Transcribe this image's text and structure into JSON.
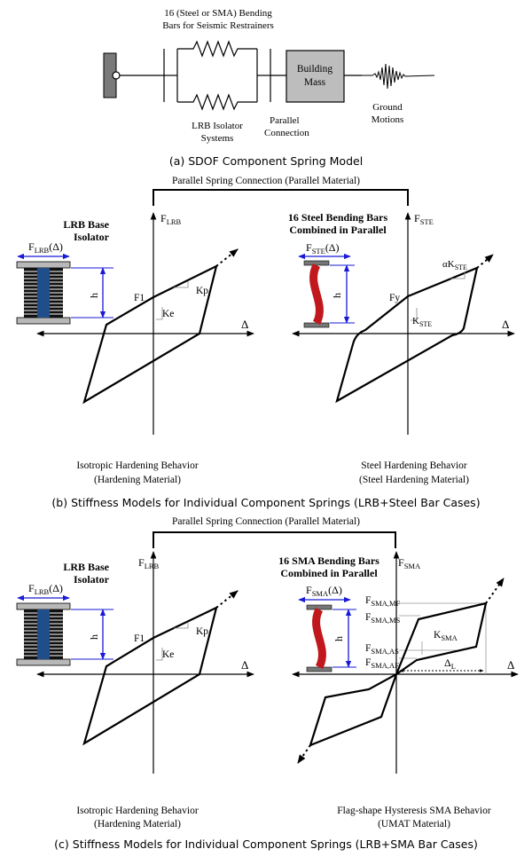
{
  "panel_a": {
    "caption": "(a) SDOF Component Spring Model",
    "bars_label_1": "16 (Steel or SMA) Bending",
    "bars_label_2": "Bars for Seismic Restrainers",
    "lrb_label_1": "LRB Isolator",
    "lrb_label_2": "Systems",
    "parallel_label_1": "Parallel",
    "parallel_label_2": "Connection",
    "mass_label_1": "Building",
    "mass_label_2": "Mass",
    "ground_label_1": "Ground",
    "ground_label_2": "Motions"
  },
  "panel_b": {
    "connection_label": "Parallel Spring Connection (Parallel Material)",
    "lrb_title_1": "LRB Base",
    "lrb_title_2": "Isolator",
    "lrb_force_axis": "F",
    "lrb_force_axis_sub": "LRB",
    "lrb_disp_axis": "Δ",
    "lrb_icon_force": "F",
    "lrb_icon_force_sub": "LRB",
    "lrb_icon_force_arg": "(Δ)",
    "lrb_height": "h",
    "lrb_f1": "F1",
    "lrb_kp": "Kp",
    "lrb_ke": "Ke",
    "lrb_behavior_1": "Isotropic Hardening Behavior",
    "lrb_behavior_2": "(Hardening Material)",
    "bar_title_1": "16 Steel Bending Bars",
    "bar_title_2": "Combined in Parallel",
    "bar_force_axis": "F",
    "bar_force_axis_sub": "STE",
    "bar_disp_axis": "Δ",
    "bar_icon_force": "F",
    "bar_icon_force_sub": "STE",
    "bar_icon_force_arg": "(Δ)",
    "bar_height": "h",
    "bar_fy": "Fy",
    "bar_alpha_k": "αK",
    "bar_alpha_k_sub": "STE",
    "bar_k": "K",
    "bar_k_sub": "STE",
    "bar_behavior_1": "Steel Hardening Behavior",
    "bar_behavior_2": "(Steel Hardening Material)",
    "caption": "(b) Stiffness Models for Individual Component Springs (LRB+Steel Bar Cases)"
  },
  "panel_c": {
    "connection_label": "Parallel Spring Connection (Parallel Material)",
    "lrb_title_1": "LRB Base",
    "lrb_title_2": "Isolator",
    "lrb_force_axis": "F",
    "lrb_force_axis_sub": "LRB",
    "lrb_disp_axis": "Δ",
    "lrb_icon_force": "F",
    "lrb_icon_force_sub": "LRB",
    "lrb_icon_force_arg": "(Δ)",
    "lrb_height": "h",
    "lrb_f1": "F1",
    "lrb_kp": "Kp",
    "lrb_ke": "Ke",
    "lrb_behavior_1": "Isotropic Hardening Behavior",
    "lrb_behavior_2": "(Hardening Material)",
    "bar_title_1": "16 SMA Bending Bars",
    "bar_title_2": "Combined in Parallel",
    "bar_force_axis": "F",
    "bar_force_axis_sub": "SMA",
    "bar_disp_axis": "Δ",
    "bar_icon_force": "F",
    "bar_icon_force_sub": "SMA",
    "bar_icon_force_arg": "(Δ)",
    "bar_height": "h",
    "sma_mf": "F",
    "sma_mf_sub": "SMA,MF",
    "sma_ms": "F",
    "sma_ms_sub": "SMA,MS",
    "sma_as": "F",
    "sma_as_sub": "SMA,AS",
    "sma_af": "F",
    "sma_af_sub": "SMA,AF",
    "sma_k": "K",
    "sma_k_sub": "SMA",
    "sma_delta_l": "Δ",
    "sma_delta_l_sub": "L",
    "bar_behavior_1": "Flag-shape Hysteresis SMA Behavior",
    "bar_behavior_2": "(UMAT Material)",
    "caption": "(c) Stiffness Models for Individual Component Springs (LRB+SMA Bar Cases)"
  },
  "colors": {
    "isolator_core": "#1f4e8a",
    "steel_bar": "#c0181c",
    "dimension_arrow": "#1a1ad6",
    "plate_gray": "#b8b8b8",
    "mass_fill": "#bdbdbd",
    "wall_fill": "#7a7a7a"
  }
}
